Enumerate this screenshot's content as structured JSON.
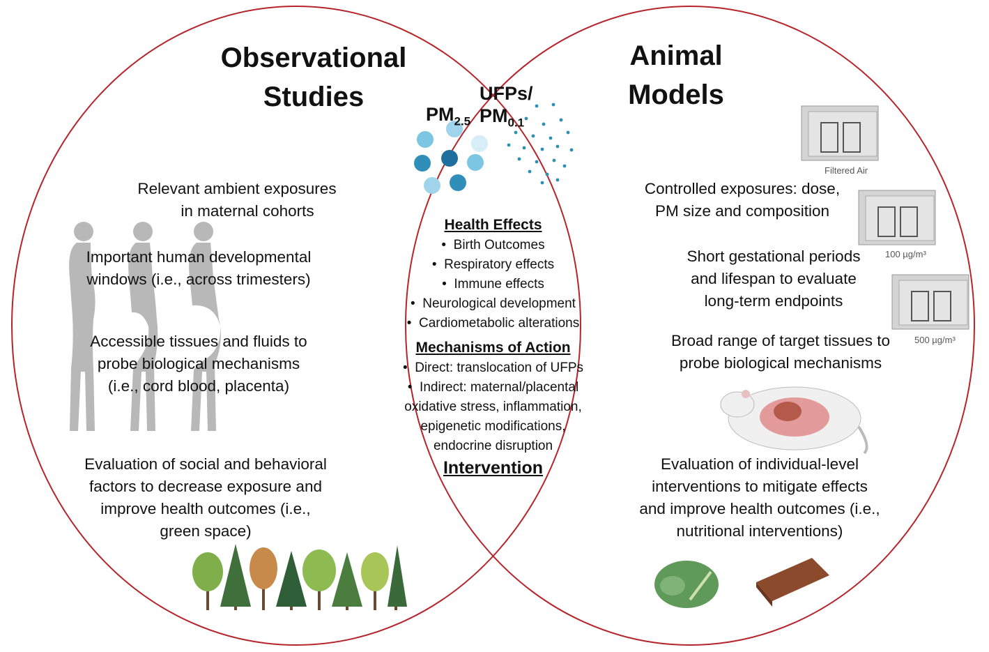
{
  "left": {
    "title_line1": "Observational",
    "title_line2": "Studies",
    "points": [
      [
        "Relevant ambient exposures",
        "in maternal cohorts"
      ],
      [
        "Important human developmental",
        "windows (i.e., across trimesters)"
      ],
      [
        "Accessible tissues and fluids to",
        "probe biological mechanisms",
        "(i.e., cord blood, placenta)"
      ],
      [
        "Evaluation of social and behavioral",
        "factors to decrease exposure and",
        "improve health outcomes (i.e.,",
        "green space)"
      ]
    ]
  },
  "right": {
    "title_line1": "Animal",
    "title_line2": "Models",
    "points": [
      [
        "Controlled exposures: dose,",
        "PM size and composition"
      ],
      [
        "Short gestational periods",
        "and lifespan to evaluate",
        "long-term endpoints"
      ],
      [
        "Broad range of target tissues to",
        "probe biological mechanisms"
      ],
      [
        "Evaluation of individual-level",
        "interventions to mitigate effects",
        "and improve health outcomes (i.e.,",
        "nutritional interventions)"
      ]
    ],
    "chamber_labels": [
      "Filtered Air",
      "100 µg/m³",
      "500 µg/m³"
    ]
  },
  "center": {
    "pm25_base": "PM",
    "pm25_sub": "2.5",
    "ufp_line1": "UFPs/",
    "pm01_base": "PM",
    "pm01_sub": "0.1",
    "health_title": "Health Effects",
    "health_items": [
      "Birth Outcomes",
      "Respiratory effects",
      "Immune effects",
      "Neurological development",
      "Cardiometabolic alterations"
    ],
    "mech_title": "Mechanisms of Action",
    "mech_items": [
      "Direct: translocation of UFPs",
      "Indirect: maternal/placental"
    ],
    "mech_cont": [
      "oxidative stress, inflammation,",
      "epigenetic modifications,",
      "endocrine disruption"
    ],
    "intervention": "Intervention"
  },
  "colors": {
    "circle": "#b5242a",
    "silhouette": "#b8b8b8",
    "particle": "#3aa3c8",
    "ufp_dot": "#2f8fb0"
  }
}
